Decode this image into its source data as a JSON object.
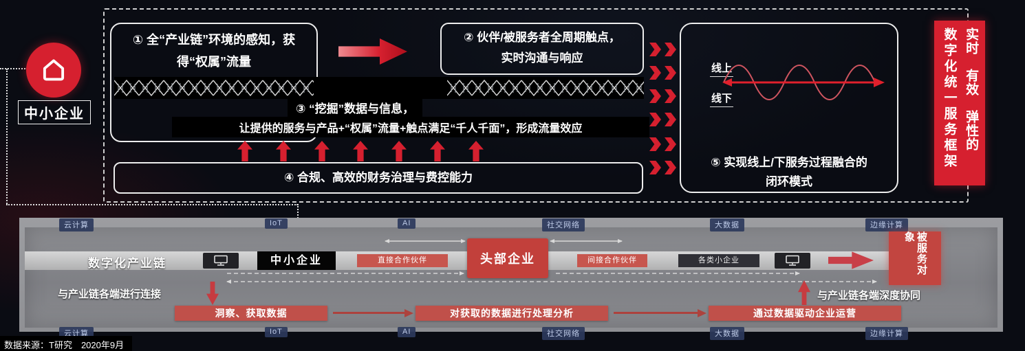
{
  "sme": {
    "label": "中小企业"
  },
  "flow": {
    "step1_line1": "① 全“产业链”环境的感知，获",
    "step1_line2": "得“权属”流量",
    "step2_line1": "② 伙伴/被服务者全周期触点，",
    "step2_line2": "实时沟通与响应",
    "step3_line1": "③ “挖掘”数据与信息，",
    "step3_line2": "让提供的服务与产品+“权属”流量+触点满足“千人千面”，形成流量效应",
    "step4": "④ 合规、高效的财务治理与费控能力",
    "step5_line1": "⑤ 实现线上/下服务过程融合的",
    "step5_line2": "闭环模式",
    "online_label": "线上",
    "offline_label": "线下"
  },
  "banner": {
    "left_col": "数字化统一服务框架",
    "right_col": "实时　有效　弹性的"
  },
  "colors": {
    "accent_red": "#d6202f",
    "muted_red": "#c0504a",
    "band_gray": "#8f9094"
  },
  "bottom_band": {
    "tech_labels": [
      "云计算",
      "IoT",
      "AI",
      "社交网络",
      "大数据",
      "边缘计算"
    ],
    "chain_label": "数字化产业链",
    "sme_label": "中小企业",
    "direct_partner": "直接合作伙伴",
    "head_enterprise": "头部企业",
    "indirect_partner": "间接合作伙伴",
    "small_companies": "各类小企业",
    "served_target": "被服务对象",
    "connect_left": "与产业链各端进行连接",
    "collab_right": "与产业链各端深度协同",
    "process_steps": [
      "洞察、获取数据",
      "对获取的数据进行处理分析",
      "通过数据驱动企业运营"
    ]
  },
  "footer": {
    "source": "数据来源：T研究　2020年9月"
  }
}
